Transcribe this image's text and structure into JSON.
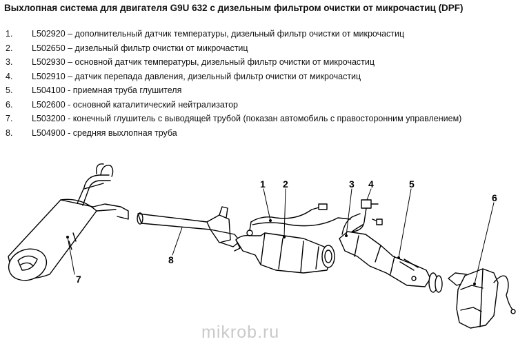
{
  "title": "Выхлопная система для двигателя G9U 632 с дизельным фильтром очистки от микрочастиц (DPF)",
  "parts": [
    {
      "num": "1.",
      "text": "L502920 – дополнительный датчик температуры, дизельный фильтр очистки от микрочастиц"
    },
    {
      "num": "2.",
      "text": "L502650 – дизельный фильтр очистки от микрочастиц"
    },
    {
      "num": "3.",
      "text": "L502930 – основной датчик температуры, дизельный фильтр очистки от микрочастиц"
    },
    {
      "num": "4.",
      "text": "L502910 – датчик перепада давления, дизельный фильтр очистки от микрочастиц"
    },
    {
      "num": "5.",
      "text": "L504100 - приемная труба глушителя"
    },
    {
      "num": "6.",
      "text": "L502600 - основной каталитический нейтрализатор"
    },
    {
      "num": "7.",
      "text": "L503200 - конечный глушитель с выводящей трубой (показан автомобиль с правосторонним управлением)"
    },
    {
      "num": "8.",
      "text": "L504900 - средняя выхлопная труба"
    }
  ],
  "callouts": [
    "1",
    "2",
    "3",
    "4",
    "5",
    "6",
    "7",
    "8"
  ],
  "watermark": "mikrob.ru"
}
